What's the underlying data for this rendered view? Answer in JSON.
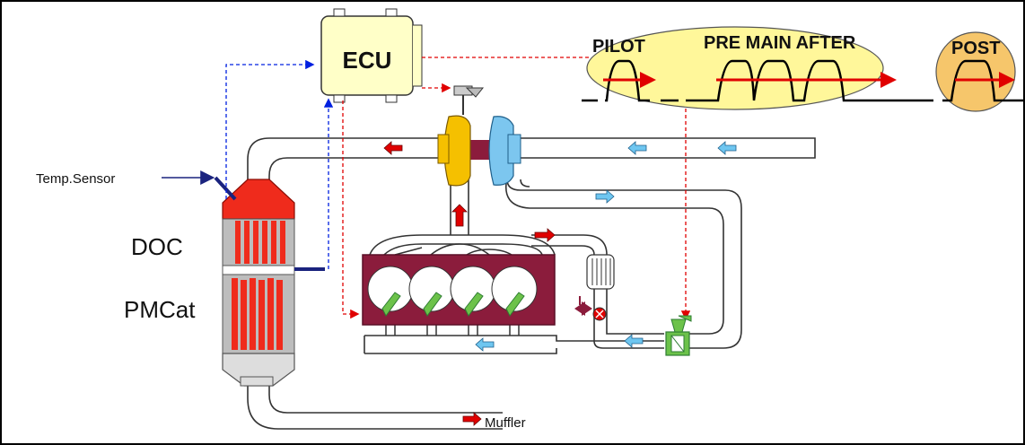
{
  "labels": {
    "ecu": "ECU",
    "pilot": "PILOT",
    "pre_main_after": "PRE MAIN AFTER",
    "post": "POST",
    "temp_sensor": "Temp.Sensor",
    "doc": "DOC",
    "pmcat": "PMCat",
    "muffler": "Muffler"
  },
  "colors": {
    "exhaust_arrow": "#e00000",
    "intake_arrow": "#6ec6f0",
    "ecu_fill": "#ffffc8",
    "injection_ellipse": "#fff79a",
    "post_circle": "#f6c66b",
    "engine_block": "#8b1c3c",
    "turbine": "#f5c000",
    "compressor": "#7cc6ef",
    "doc_cat": "#ef2b1c",
    "control_link": "#e00000",
    "sensor_link": "#0020e0",
    "egr_valve": "#6cc24a"
  },
  "icons": [
    "ecu-icon",
    "turbocharger-icon",
    "egr-valve-icon",
    "injector-icon",
    "cooler-icon",
    "throttle-valve-icon"
  ]
}
